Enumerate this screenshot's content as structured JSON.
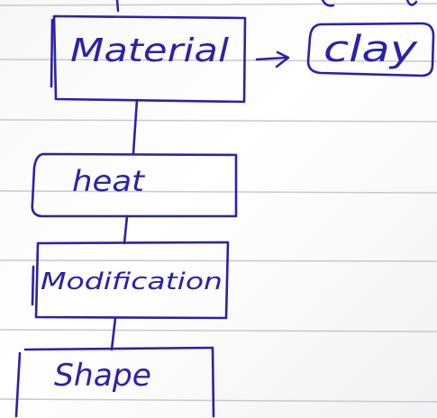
{
  "colors": {
    "ink": "#2b22a8",
    "rule": "#c9c9cf",
    "paper": "#ffffff"
  },
  "diagram": {
    "nodes": {
      "material": {
        "label": "Material"
      },
      "clay": {
        "label": "clay"
      },
      "heat": {
        "label": "heat"
      },
      "modification": {
        "label": "Modification"
      },
      "shape": {
        "label": "Shape"
      }
    }
  }
}
